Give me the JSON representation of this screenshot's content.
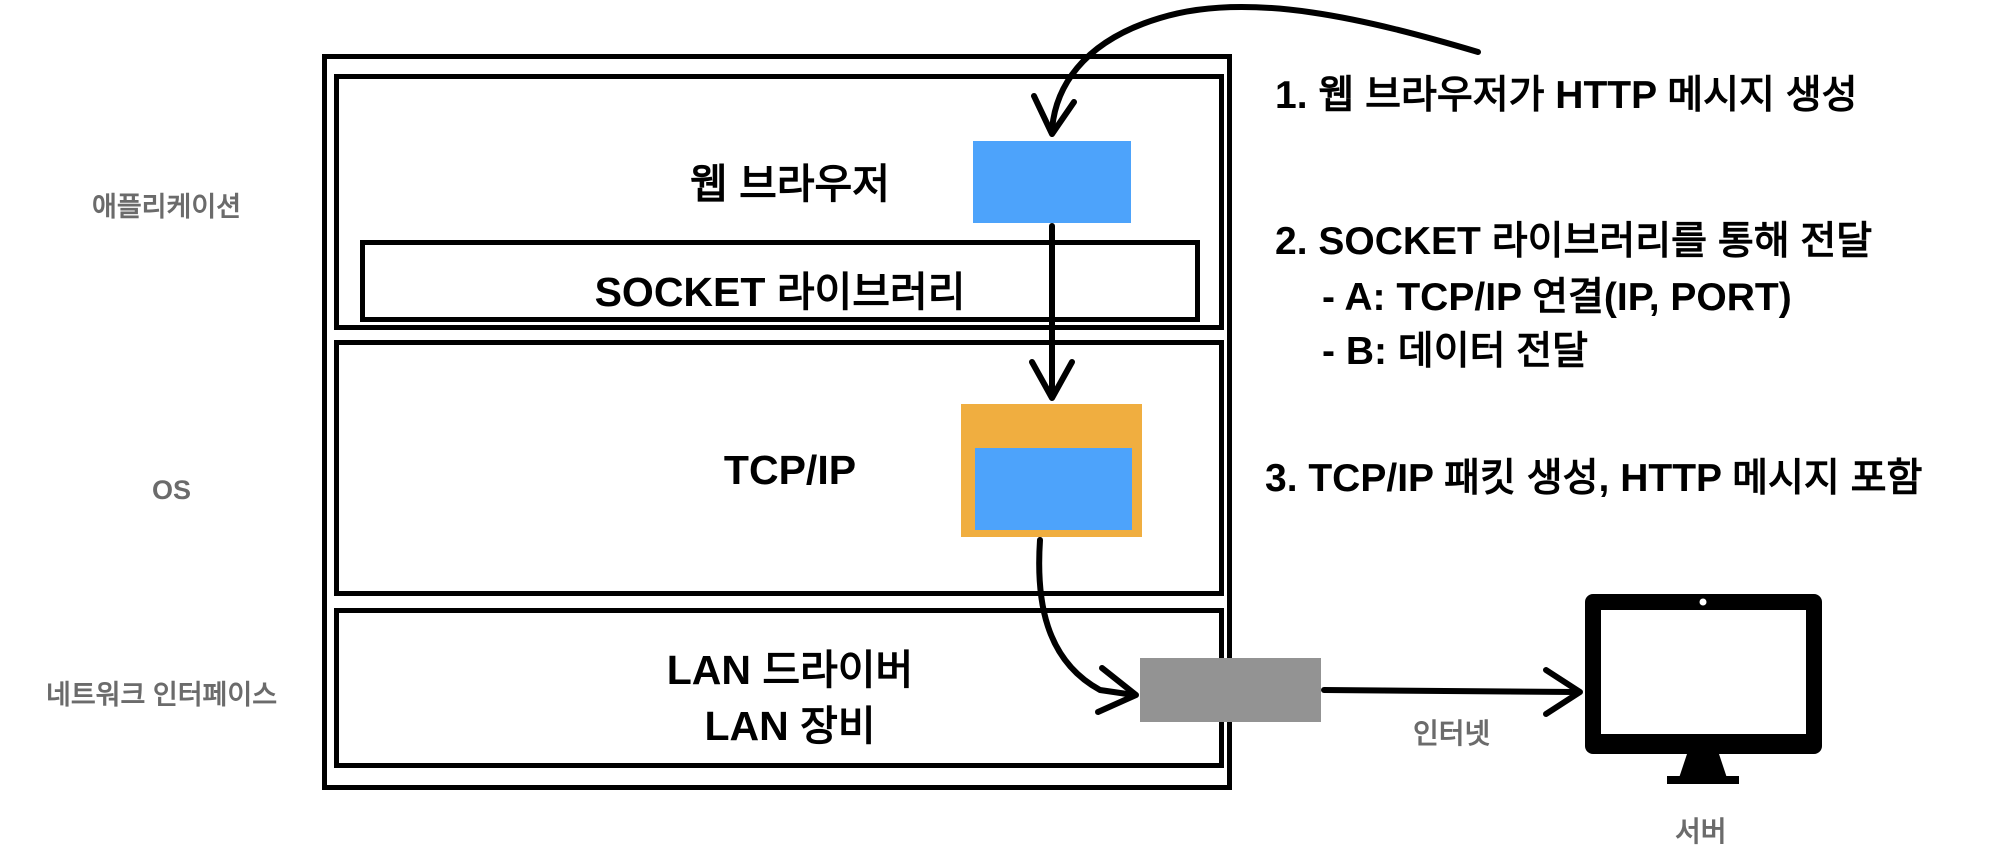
{
  "layers": {
    "application": "애플리케이션",
    "os": "OS",
    "network_interface": "네트워크 인터페이스"
  },
  "blocks": {
    "web_browser": "웹 브라우저",
    "socket_library": "SOCKET 라이브러리",
    "tcpip": "TCP/IP",
    "lan_driver": "LAN 드라이버",
    "lan_device": "LAN 장비"
  },
  "steps": {
    "step1": "1. 웹 브라우저가 HTTP 메시지 생성",
    "step2": "2. SOCKET 라이브러리를 통해 전달",
    "step2_a": "- A: TCP/IP 연결(IP, PORT)",
    "step2_b": "- B: 데이터 전달",
    "step3": "3. TCP/IP 패킷 생성, HTTP 메시지 포함"
  },
  "labels": {
    "internet": "인터넷",
    "server": "서버"
  },
  "colors": {
    "message": "#4da3fb",
    "packet": "#f0ae40",
    "lan_frame": "#939393",
    "layer_label": "#6b6b6b"
  },
  "icons": {
    "server": "monitor-icon"
  }
}
